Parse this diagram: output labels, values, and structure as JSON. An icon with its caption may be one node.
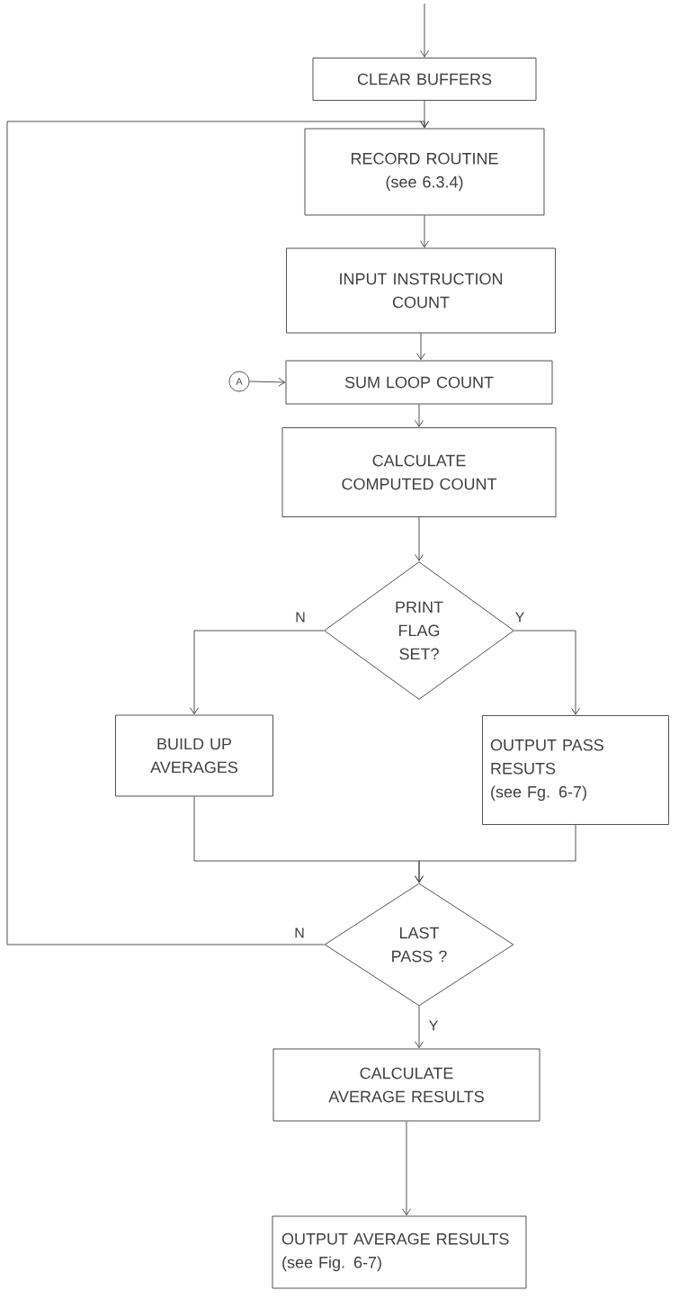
{
  "diagram": {
    "nodes": [
      {
        "text": [
          "CLEAR BUFFERS"
        ]
      },
      {
        "text": [
          "RECORD ROUTINE",
          "(see 6.3.4)"
        ]
      },
      {
        "text": [
          "INPUT INSTRUCTION COUNT"
        ]
      },
      {
        "text": [
          "A"
        ]
      },
      {
        "text": [
          "SUM LOOP COUNT"
        ]
      },
      {
        "text": [
          "CALCULATE COMPUTED COUNT"
        ]
      },
      {
        "text": [
          "PRINT FLAG SET?"
        ]
      },
      {
        "text": [
          "BUILD UP AVERAGES"
        ]
      },
      {
        "text": [
          "OUTPUT PASS RESUTS",
          "(see Fg. 6-7)"
        ]
      },
      {
        "text": [
          "LAST PASS ?"
        ]
      },
      {
        "text": [
          "CALCULATE AVERAGE RESULTS"
        ]
      },
      {
        "text": [
          "OUTPUT AVERAGE RESULTS (see Fig. 6-7)"
        ]
      }
    ],
    "edges": [
      {
        "from": null,
        "to": 0,
        "arrow": "to"
      },
      {
        "from": 0,
        "to": 1,
        "arrow": "to"
      },
      {
        "from": 1,
        "to": 2,
        "arrow": "to"
      },
      {
        "from": 2,
        "to": 4,
        "arrow": "to"
      },
      {
        "from": 3,
        "to": 4,
        "arrow": "to"
      },
      {
        "from": 4,
        "to": 5,
        "arrow": "to"
      },
      {
        "from": 5,
        "to": 6,
        "arrow": "to"
      },
      {
        "from": 6,
        "to": 7,
        "arrow": "to",
        "label": "N"
      },
      {
        "from": 6,
        "to": 8,
        "arrow": "to",
        "label": "Y"
      },
      {
        "from": 7,
        "to": 9,
        "arrow": "to"
      },
      {
        "from": 8,
        "to": 9,
        "arrow": "to"
      },
      {
        "from": 9,
        "to": 1,
        "arrow": "to",
        "label": "N"
      },
      {
        "from": 9,
        "to": 10,
        "arrow": "to",
        "label": "Y"
      },
      {
        "from": 10,
        "to": 11,
        "arrow": "to"
      }
    ]
  }
}
